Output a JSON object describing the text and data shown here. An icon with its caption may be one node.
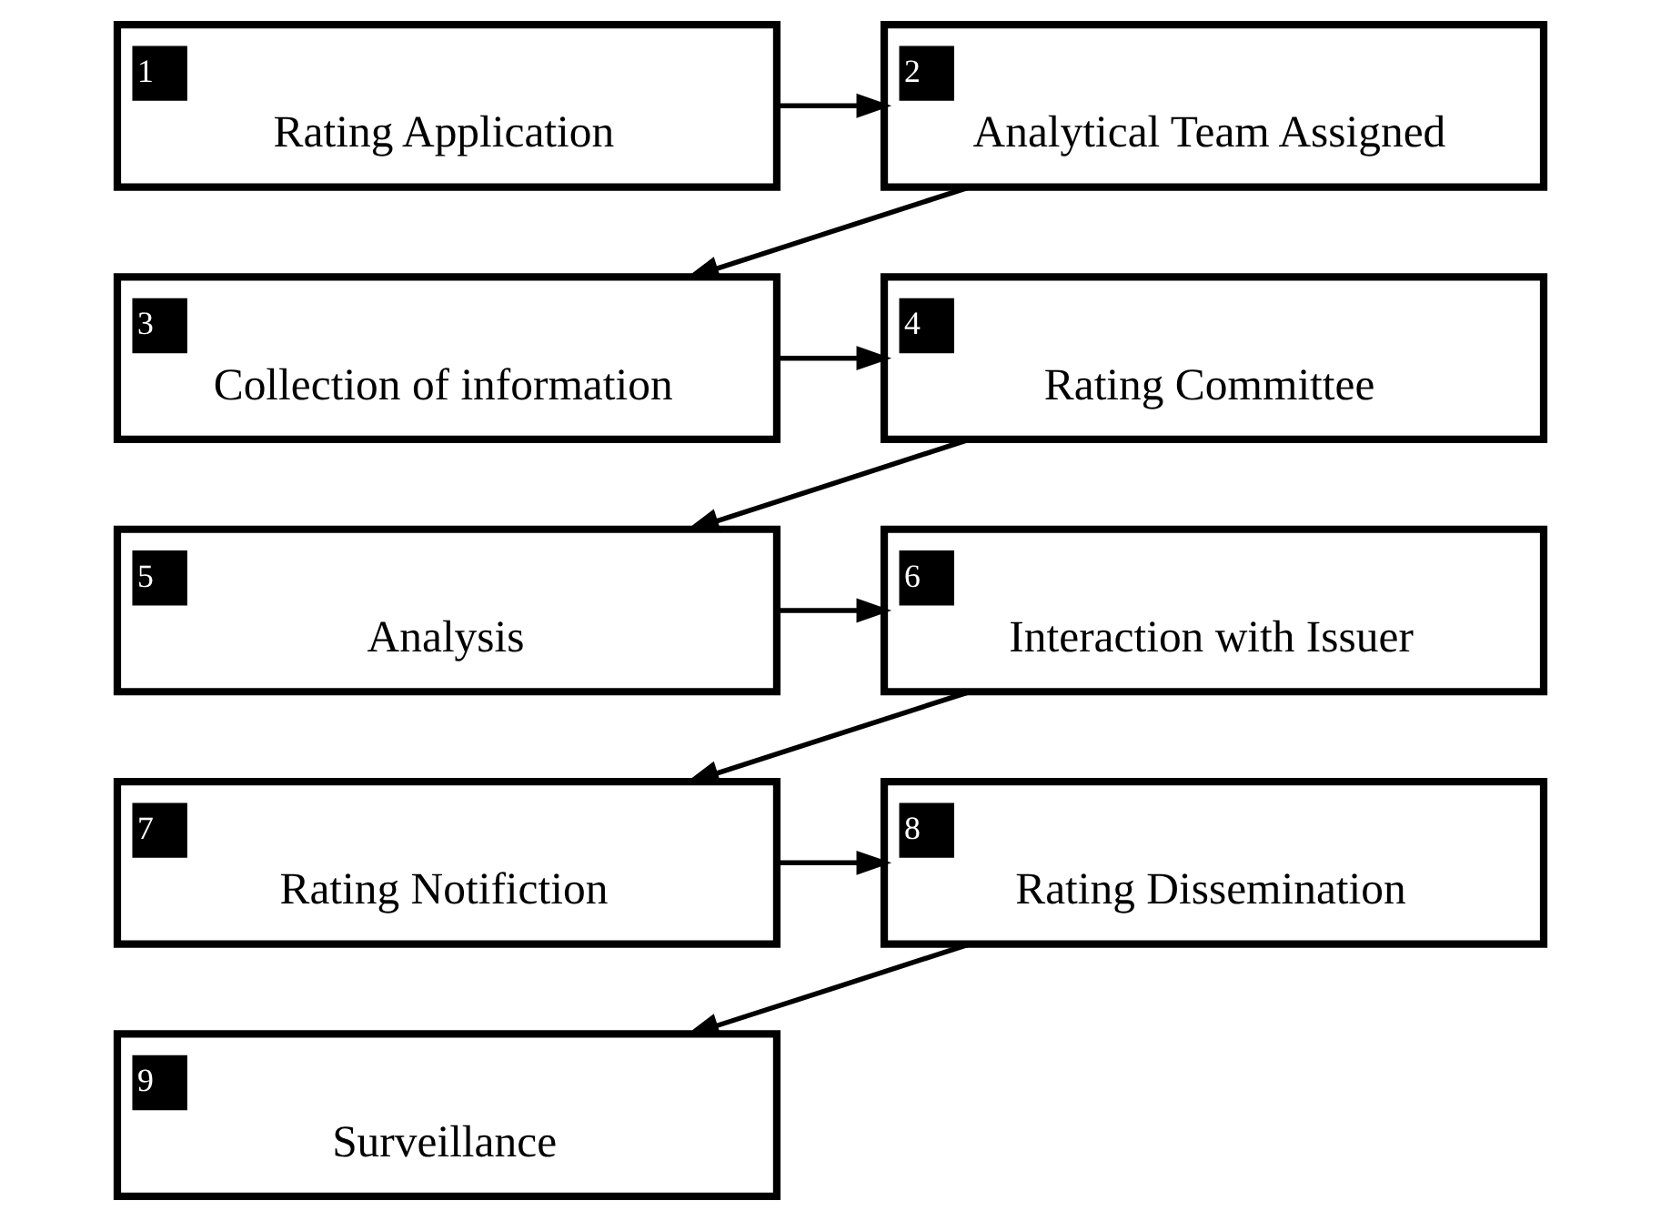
{
  "diagram": {
    "nodes": [
      {
        "text": [
          "1",
          "Rating Application"
        ]
      },
      {
        "text": [
          "2",
          "Analytical Team Assigned"
        ]
      },
      {
        "text": [
          "3",
          "Collection of information"
        ]
      },
      {
        "text": [
          "4",
          "Rating Committee"
        ]
      },
      {
        "text": [
          "5",
          "Analysis"
        ]
      },
      {
        "text": [
          "6",
          "Interaction with Issuer"
        ]
      },
      {
        "text": [
          "7",
          "Rating Notifiction"
        ]
      },
      {
        "text": [
          "8",
          "Rating Dissemination"
        ]
      },
      {
        "text": [
          "9",
          "Surveillance"
        ]
      }
    ],
    "edges": [
      {
        "from": 0,
        "to": 1,
        "arrow": "to"
      },
      {
        "from": 1,
        "to": 2,
        "arrow": "to"
      },
      {
        "from": 2,
        "to": 3,
        "arrow": "to"
      },
      {
        "from": 3,
        "to": 4,
        "arrow": "to"
      },
      {
        "from": 4,
        "to": 5,
        "arrow": "to"
      },
      {
        "from": 5,
        "to": 6,
        "arrow": "to"
      },
      {
        "from": 6,
        "to": 7,
        "arrow": "to"
      },
      {
        "from": 7,
        "to": 8,
        "arrow": "to"
      }
    ]
  }
}
